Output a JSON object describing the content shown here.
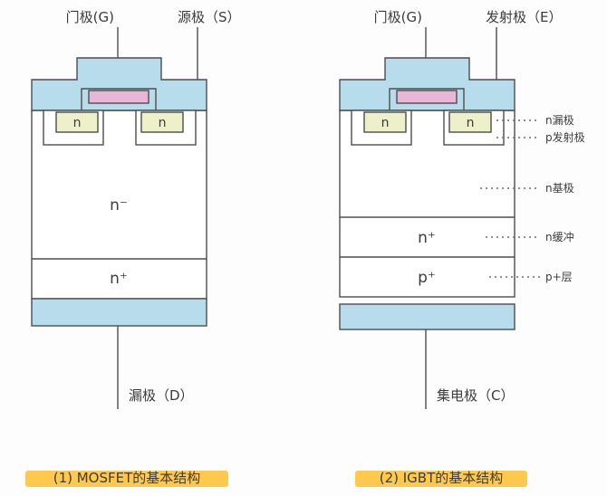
{
  "colors": {
    "metal": "#b7dcec",
    "gate_pink": "#e8b6d6",
    "n_source": "#eef0c9",
    "highlight": "#ffc94d",
    "outline": "#4d4d4d"
  },
  "mosfet": {
    "top_labels": {
      "gate": "门极(G)",
      "source": "源极（S）"
    },
    "regions": {
      "n_left": "n",
      "n_right": "n",
      "drift": "n⁻",
      "substrate": "n⁺"
    },
    "bottom_label": "漏极（D）",
    "caption": "(1) MOSFET的基本结构"
  },
  "igbt": {
    "top_labels": {
      "gate": "门极(G)",
      "emitter": "发射极（E）"
    },
    "regions": {
      "n_left": "n",
      "n_right": "n",
      "buffer": "n⁺",
      "collector": "p⁺"
    },
    "side_labels": [
      "n漏极",
      "p发射极",
      "n基极",
      "n缓冲",
      "p+层"
    ],
    "bottom_label": "集电极（C）",
    "caption": "(2) IGBT的基本结构"
  }
}
